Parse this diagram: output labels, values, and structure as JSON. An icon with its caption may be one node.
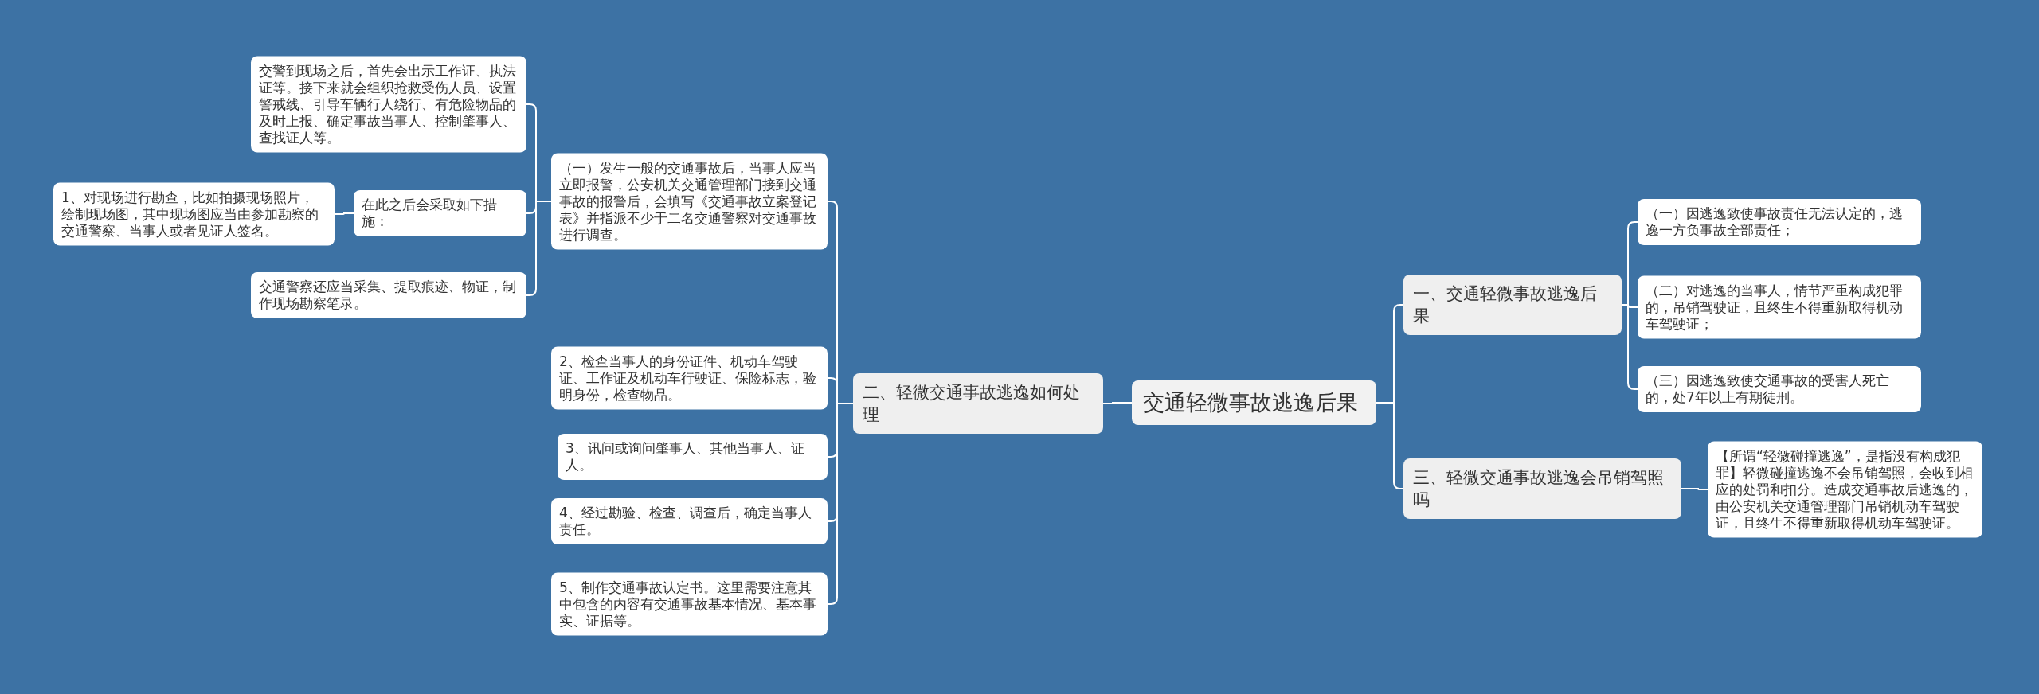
{
  "diagram": {
    "nodes": [
      {
        "text": [
          "交通轻微事故逃逸后果"
        ]
      },
      {
        "text": [
          "一、交通轻微事故逃逸后果"
        ]
      },
      {
        "text": [
          "（一）因逃逸致使事故责任无法认定的，逃逸一方负事故全部责任；"
        ]
      },
      {
        "text": [
          "（二）对逃逸的当事人，情节严重构成犯罪的，吊销驾驶证，且终生不得重新取得机动车驾驶证；"
        ]
      },
      {
        "text": [
          "（三）因逃逸致使交通事故的受害人死亡的，处7年以上有期徒刑。"
        ]
      },
      {
        "text": [
          "三、轻微交通事故逃逸会吊销驾照吗"
        ]
      },
      {
        "text": [
          "【所谓“轻微碰撞逃逸”，是指没有构成犯罪】轻微碰撞逃逸不会吊销驾照，会收到相应的处罚和扣分。造成交通事故后逃逸的，由公安机关交通管理部门吊销机动车驾驶证，且终生不得重新取得机动车驾驶证。"
        ]
      },
      {
        "text": [
          "二、轻微交通事故逃逸如何处理"
        ]
      },
      {
        "text": [
          "（一）发生一般的交通事故后，当事人应当立即报警，公安机关交通管理部门接到交通事故的报警后，会填写《交通事故立案登记表》并指派不少于二名交通警察对交通事故进行调查。"
        ]
      },
      {
        "text": [
          "交警到现场之后，首先会出示工作证、执法证等。接下来就会组织抢救受伤人员、设置警戒线、引导车辆行人绕行、有危险物品的及时上报、确定事故当事人、控制肇事人、查找证人等。"
        ]
      },
      {
        "text": [
          "在此之后会采取如下措施："
        ]
      },
      {
        "text": [
          "1、对现场进行勘查，比如拍摄现场照片，绘制现场图，其中现场图应当由参加勘察的交通警察、当事人或者见证人签名。"
        ]
      },
      {
        "text": [
          "交通警察还应当采集、提取痕迹、物证，制作现场勘察笔录。"
        ]
      },
      {
        "text": [
          "2、检查当事人的身份证件、机动车驾驶证、工作证及机动车行驶证、保险标志，验明身份，检查物品。"
        ]
      },
      {
        "text": [
          "3、讯问或询问肇事人、其他当事人、证人。"
        ]
      },
      {
        "text": [
          "4、经过勘验、检查、调查后，确定当事人责任。"
        ]
      },
      {
        "text": [
          "5、制作交通事故认定书。这里需要注意其中包含的内容有交通事故基本情况、基本事实、证据等。"
        ]
      }
    ],
    "edges": [
      {
        "from": 0,
        "to": 1,
        "arrow": "none"
      },
      {
        "from": 0,
        "to": 5,
        "arrow": "none"
      },
      {
        "from": 0,
        "to": 7,
        "arrow": "none"
      },
      {
        "from": 1,
        "to": 2,
        "arrow": "none"
      },
      {
        "from": 1,
        "to": 3,
        "arrow": "none"
      },
      {
        "from": 1,
        "to": 4,
        "arrow": "none"
      },
      {
        "from": 5,
        "to": 6,
        "arrow": "none"
      },
      {
        "from": 7,
        "to": 8,
        "arrow": "none"
      },
      {
        "from": 7,
        "to": 13,
        "arrow": "none"
      },
      {
        "from": 7,
        "to": 14,
        "arrow": "none"
      },
      {
        "from": 7,
        "to": 15,
        "arrow": "none"
      },
      {
        "from": 7,
        "to": 16,
        "arrow": "none"
      },
      {
        "from": 8,
        "to": 9,
        "arrow": "none"
      },
      {
        "from": 8,
        "to": 10,
        "arrow": "none"
      },
      {
        "from": 8,
        "to": 12,
        "arrow": "none"
      },
      {
        "from": 10,
        "to": 11,
        "arrow": "none"
      }
    ]
  }
}
